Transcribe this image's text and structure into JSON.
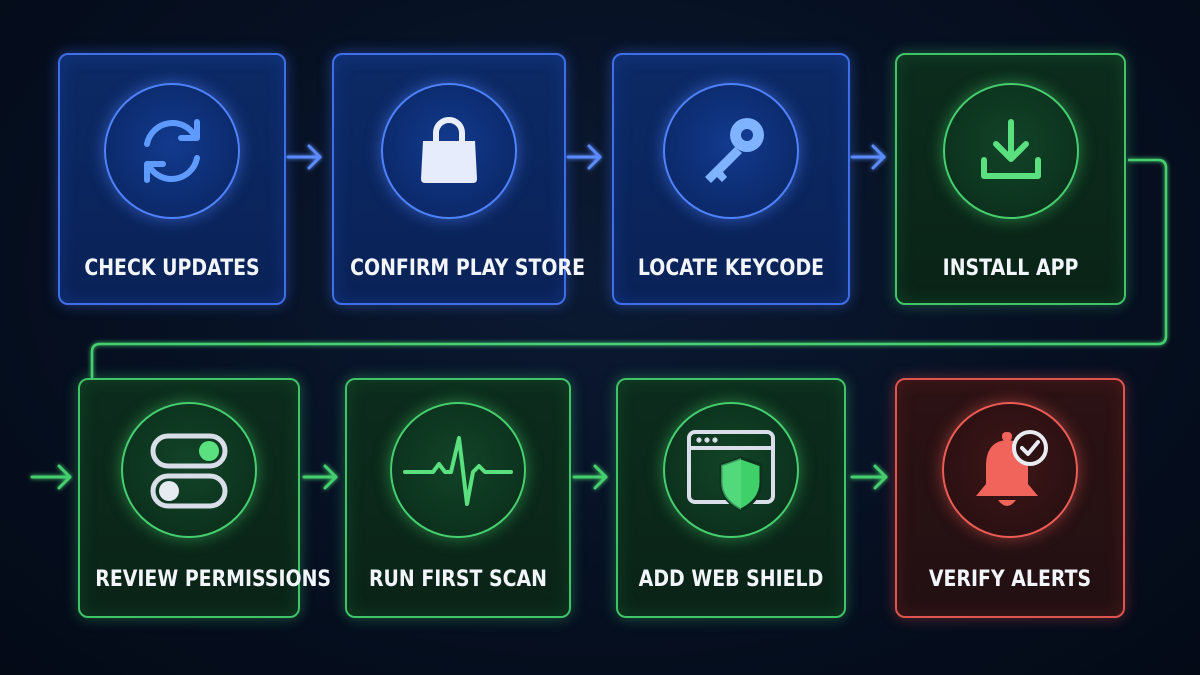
{
  "colors": {
    "blue_accent": "#4f82ff",
    "green_accent": "#45cf6e",
    "red_accent": "#ec5c55",
    "background": "#06101f"
  },
  "steps": [
    {
      "label": "CHECK UPDATES",
      "icon": "refresh-icon",
      "theme": "blue"
    },
    {
      "label": "CONFIRM PLAY STORE",
      "icon": "shopping-bag-icon",
      "theme": "blue"
    },
    {
      "label": "LOCATE KEYCODE",
      "icon": "key-icon",
      "theme": "blue"
    },
    {
      "label": "INSTALL APP",
      "icon": "download-icon",
      "theme": "green"
    },
    {
      "label": "REVIEW PERMISSIONS",
      "icon": "toggle-switches-icon",
      "theme": "green"
    },
    {
      "label": "RUN FIRST SCAN",
      "icon": "heartbeat-icon",
      "theme": "green"
    },
    {
      "label": "ADD WEB SHIELD",
      "icon": "browser-shield-icon",
      "theme": "green"
    },
    {
      "label": "VERIFY ALERTS",
      "icon": "bell-check-icon",
      "theme": "red"
    }
  ]
}
